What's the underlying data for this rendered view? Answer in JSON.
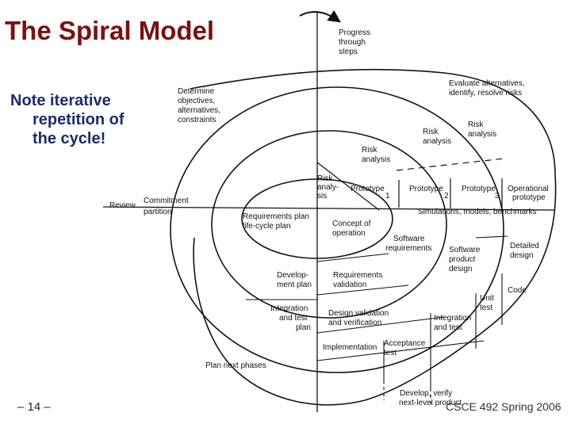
{
  "slide": {
    "title": "The Spiral Model",
    "note_lines": [
      "Note iterative",
      "repetition of",
      "the cycle!"
    ],
    "slide_number": "– 14 –",
    "course_footer": "CSCE 492 Spring 2006"
  },
  "diagram": {
    "progress": [
      "Progress",
      "through",
      "steps"
    ],
    "determine": [
      "Determine",
      "objectives,",
      "alternatives,",
      "constraints"
    ],
    "evaluate": [
      "Evaluate alternatives,",
      "identify, resolve risks"
    ],
    "risk_analysis_1": [
      "Risk",
      "analy-",
      "sis"
    ],
    "risk_analysis_2": [
      "Risk",
      "analysis"
    ],
    "risk_analysis_3": [
      "Risk",
      "analysis"
    ],
    "risk_analysis_4": [
      "Risk",
      "analysis"
    ],
    "prototype_1": "Prototype",
    "prototype_1_num": "1",
    "prototype_2": "Prototype",
    "prototype_2_num": "2",
    "prototype_3": "Prototype",
    "prototype_3_num": "3",
    "operational_prototype": [
      "Operational",
      "prototype"
    ],
    "review": "Review",
    "commitment": [
      "Commitment",
      "partition"
    ],
    "requirements_plan": [
      "Requirements plan",
      "life-cycle plan"
    ],
    "concept_of_operation": [
      "Concept of",
      "operation"
    ],
    "simulations": "Simulations, models, benchmarks",
    "software_requirements": [
      "Software",
      "requirements"
    ],
    "software_product_design": [
      "Software",
      "product",
      "design"
    ],
    "detailed_design": [
      "Detailed",
      "design"
    ],
    "development_plan": [
      "Develop-",
      "ment plan"
    ],
    "requirements_validation": [
      "Requirements",
      "validation"
    ],
    "code": "Code",
    "unit_test": [
      "Unit",
      "test"
    ],
    "integration_test_plan": [
      "Integration",
      "and test",
      "plan"
    ],
    "design_validation": [
      "Design validation",
      "and verification"
    ],
    "integration_and_test": [
      "Integration",
      "and test"
    ],
    "implementation": "Implementation",
    "acceptance_test": [
      "Acceptance",
      "test"
    ],
    "plan_next_phases": "Plan next phases",
    "develop_verify": [
      "Develop, verify",
      "next-level product"
    ]
  }
}
